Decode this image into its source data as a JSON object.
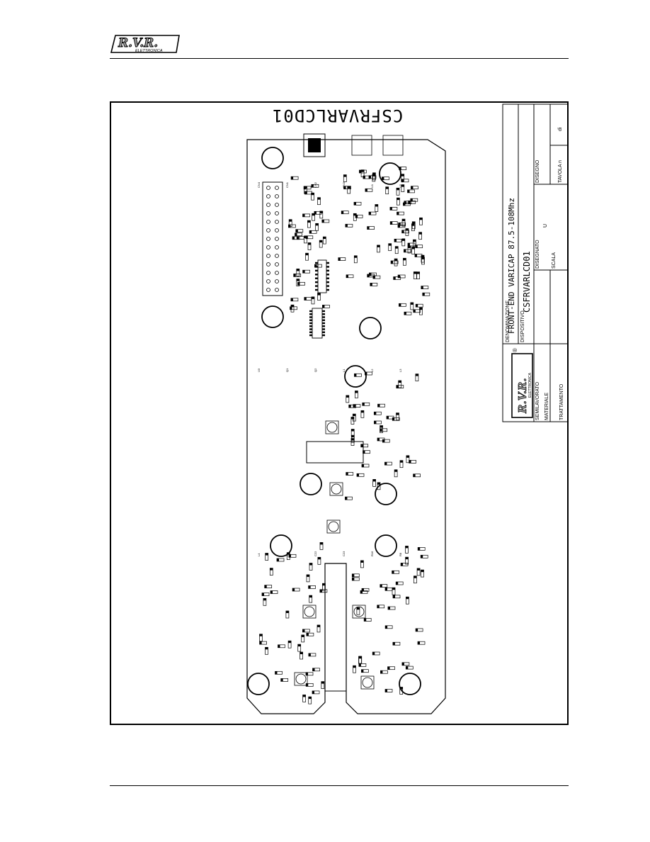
{
  "header": {
    "brand": "R.V.R.",
    "brand_sub": "ELETTRONICA"
  },
  "board": {
    "code": "CSFRVARLCD01"
  },
  "title_block": {
    "denominazione_label": "DENOMINAZIONE",
    "denominazione_value": "FRONT-END VARICAP 87.5-108Mhz",
    "dispositivo_label": "DISPOSITIVO",
    "dispositivo_value": "CSFRVARLCD01",
    "disegnato_label": "DISEGNATO",
    "disegno_label": "DISEGNO",
    "scala_label": "SCALA",
    "tavola_label": "TAVOLA n",
    "di_label": "di",
    "semilavorato_label": "SEMILAVORATO",
    "materiale_label": "MATERIALE",
    "trattamento_label": "TRATTAMENTO",
    "disegnato_value": "U",
    "logo_text": "R.V.R.",
    "logo_sub": "ELETTRONICA",
    "registered": "®"
  },
  "pcb_labels": [
    "CN4",
    "CN1",
    "CN2",
    "CN3",
    "U1",
    "U2",
    "U3",
    "Q1",
    "Q2",
    "L1",
    "L2",
    "L3",
    "L4",
    "L5",
    "C22",
    "C23",
    "R16",
    "R8"
  ],
  "colors": {
    "ink": "#000000",
    "paper": "#ffffff",
    "logo_gray": "#9a9a9a"
  }
}
